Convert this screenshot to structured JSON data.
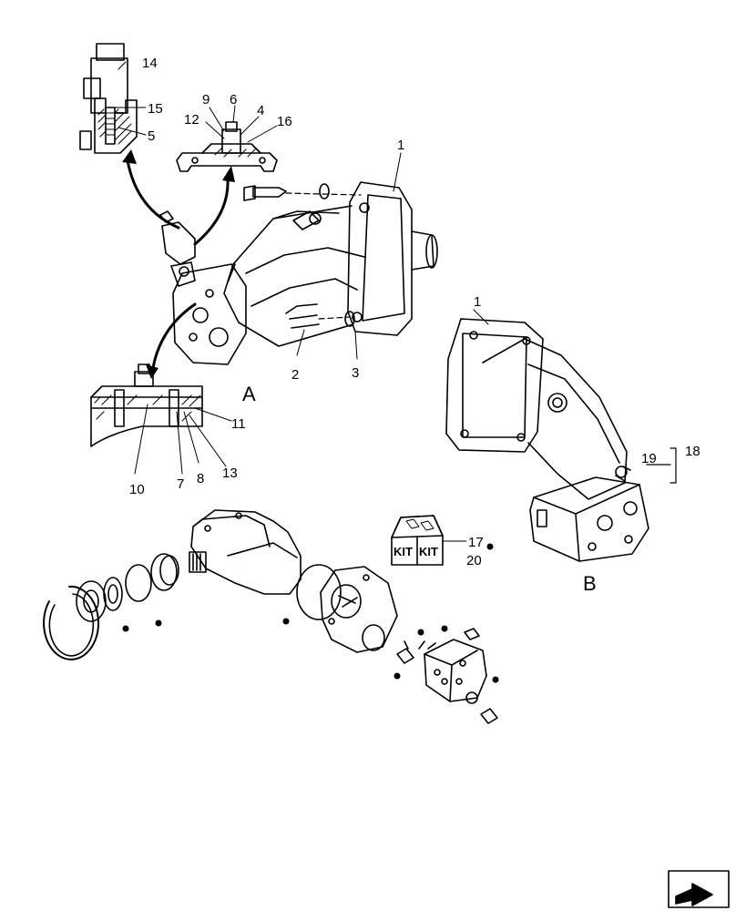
{
  "callouts": {
    "c1_main": "1",
    "c2": "2",
    "c3": "3",
    "c4": "4",
    "c5": "5",
    "c6": "6",
    "c7": "7",
    "c8": "8",
    "c9": "9",
    "c10": "10",
    "c11": "11",
    "c12": "12",
    "c13": "13",
    "c14": "14",
    "c15": "15",
    "c16": "16",
    "c17": "17",
    "c18": "18",
    "c19": "19",
    "c20": "20",
    "c1_b": "1"
  },
  "views": {
    "a": "A",
    "b": "B"
  },
  "kit": {
    "left": "KIT",
    "right": "KIT"
  },
  "nav_icon": "page-turn-arrow-icon"
}
